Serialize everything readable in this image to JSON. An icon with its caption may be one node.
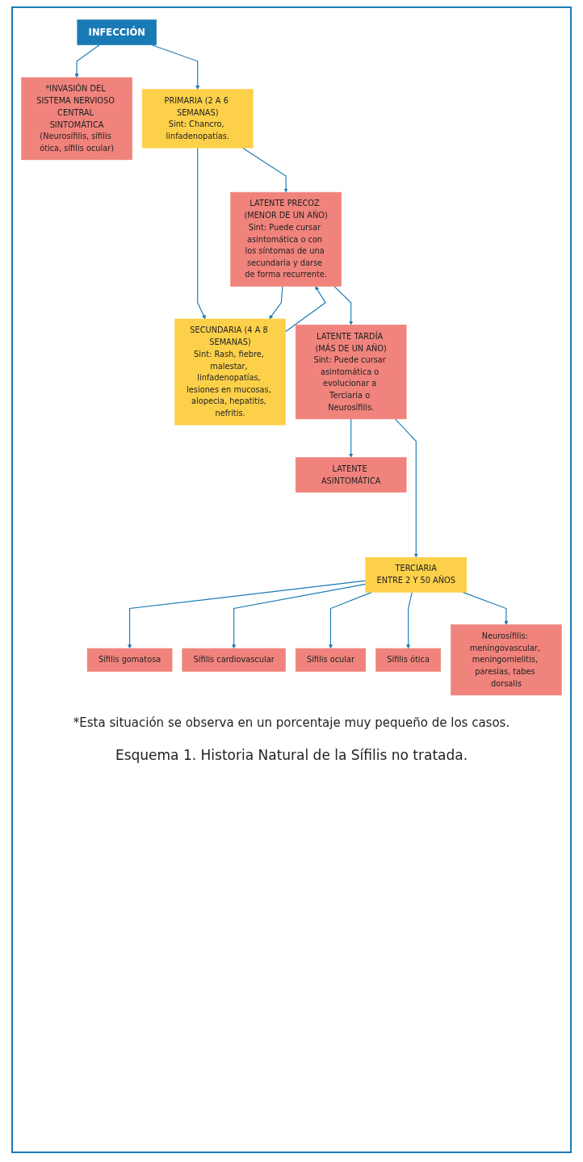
{
  "diagram": {
    "caption": "Esquema 1. Historia Natural de la Sífilis no tratada.",
    "nodes": [
      {
        "text": [
          "INFECCIÓN"
        ]
      },
      {
        "text": [
          "*INVASIÓN DEL SISTEMA NERVIOSO CENTRAL SINTOMÁTICA",
          "(Neurosífilis, sífilis ótica, sífilis ocular)"
        ]
      },
      {
        "text": [
          "PRIMARIA (2 A 6 SEMANAS)",
          "Sint: Chancro, linfadenopatías."
        ]
      },
      {
        "text": [
          "LATENTE PRECOZ (MENOR DE UN AÑO)",
          "Sint: Puede cursar asintomática o con los síntomas de una secundaria y darse de forma recurrente."
        ]
      },
      {
        "text": [
          "SECUNDARIA (4 A 8 SEMANAS)",
          "Sint: Rash, fiebre, malestar, linfadenopatías, lesiones en mucosas, alopecia, hepatitis, nefritis."
        ]
      },
      {
        "text": [
          "LATENTE TARDÍA (MÁS DE UN AÑO)",
          "Sint: Puede cursar asintomática o evolucionar a Terciaria o Neurosífilis."
        ]
      },
      {
        "text": [
          "LATENTE ASINTOMÁTICA"
        ]
      },
      {
        "text": [
          "TERCIARIA",
          "ENTRE 2 Y 50 AÑOS"
        ]
      },
      {
        "text": [
          "Sífilis gomatosa"
        ]
      },
      {
        "text": [
          "Sífilis cardiovascular"
        ]
      },
      {
        "text": [
          "Sífilis ocular"
        ]
      },
      {
        "text": [
          "Sífilis ótica"
        ]
      },
      {
        "text": [
          "Neurosífilis: meningovascular, meningomielitis, paresias, tabes dorsalis"
        ]
      }
    ],
    "edges": [
      {
        "from": 0,
        "to": 1,
        "arrow": "to"
      },
      {
        "from": 0,
        "to": 2,
        "arrow": "to"
      },
      {
        "from": 2,
        "to": 3,
        "arrow": "to"
      },
      {
        "from": 2,
        "to": 4,
        "arrow": "to"
      },
      {
        "from": 4,
        "to": 3,
        "arrow": "to"
      },
      {
        "from": 3,
        "to": 4,
        "arrow": "to"
      },
      {
        "from": 3,
        "to": 5,
        "arrow": "to"
      },
      {
        "from": 5,
        "to": 6,
        "arrow": "to"
      },
      {
        "from": 5,
        "to": 7,
        "arrow": "to"
      },
      {
        "from": 7,
        "to": 8,
        "arrow": "to"
      },
      {
        "from": 7,
        "to": 9,
        "arrow": "to"
      },
      {
        "from": 7,
        "to": 10,
        "arrow": "to"
      },
      {
        "from": 7,
        "to": 11,
        "arrow": "to"
      },
      {
        "from": 7,
        "to": 12,
        "arrow": "to"
      }
    ],
    "labels": [
      "*Esta situación se observa en un porcentaje muy pequeño de los casos."
    ]
  }
}
